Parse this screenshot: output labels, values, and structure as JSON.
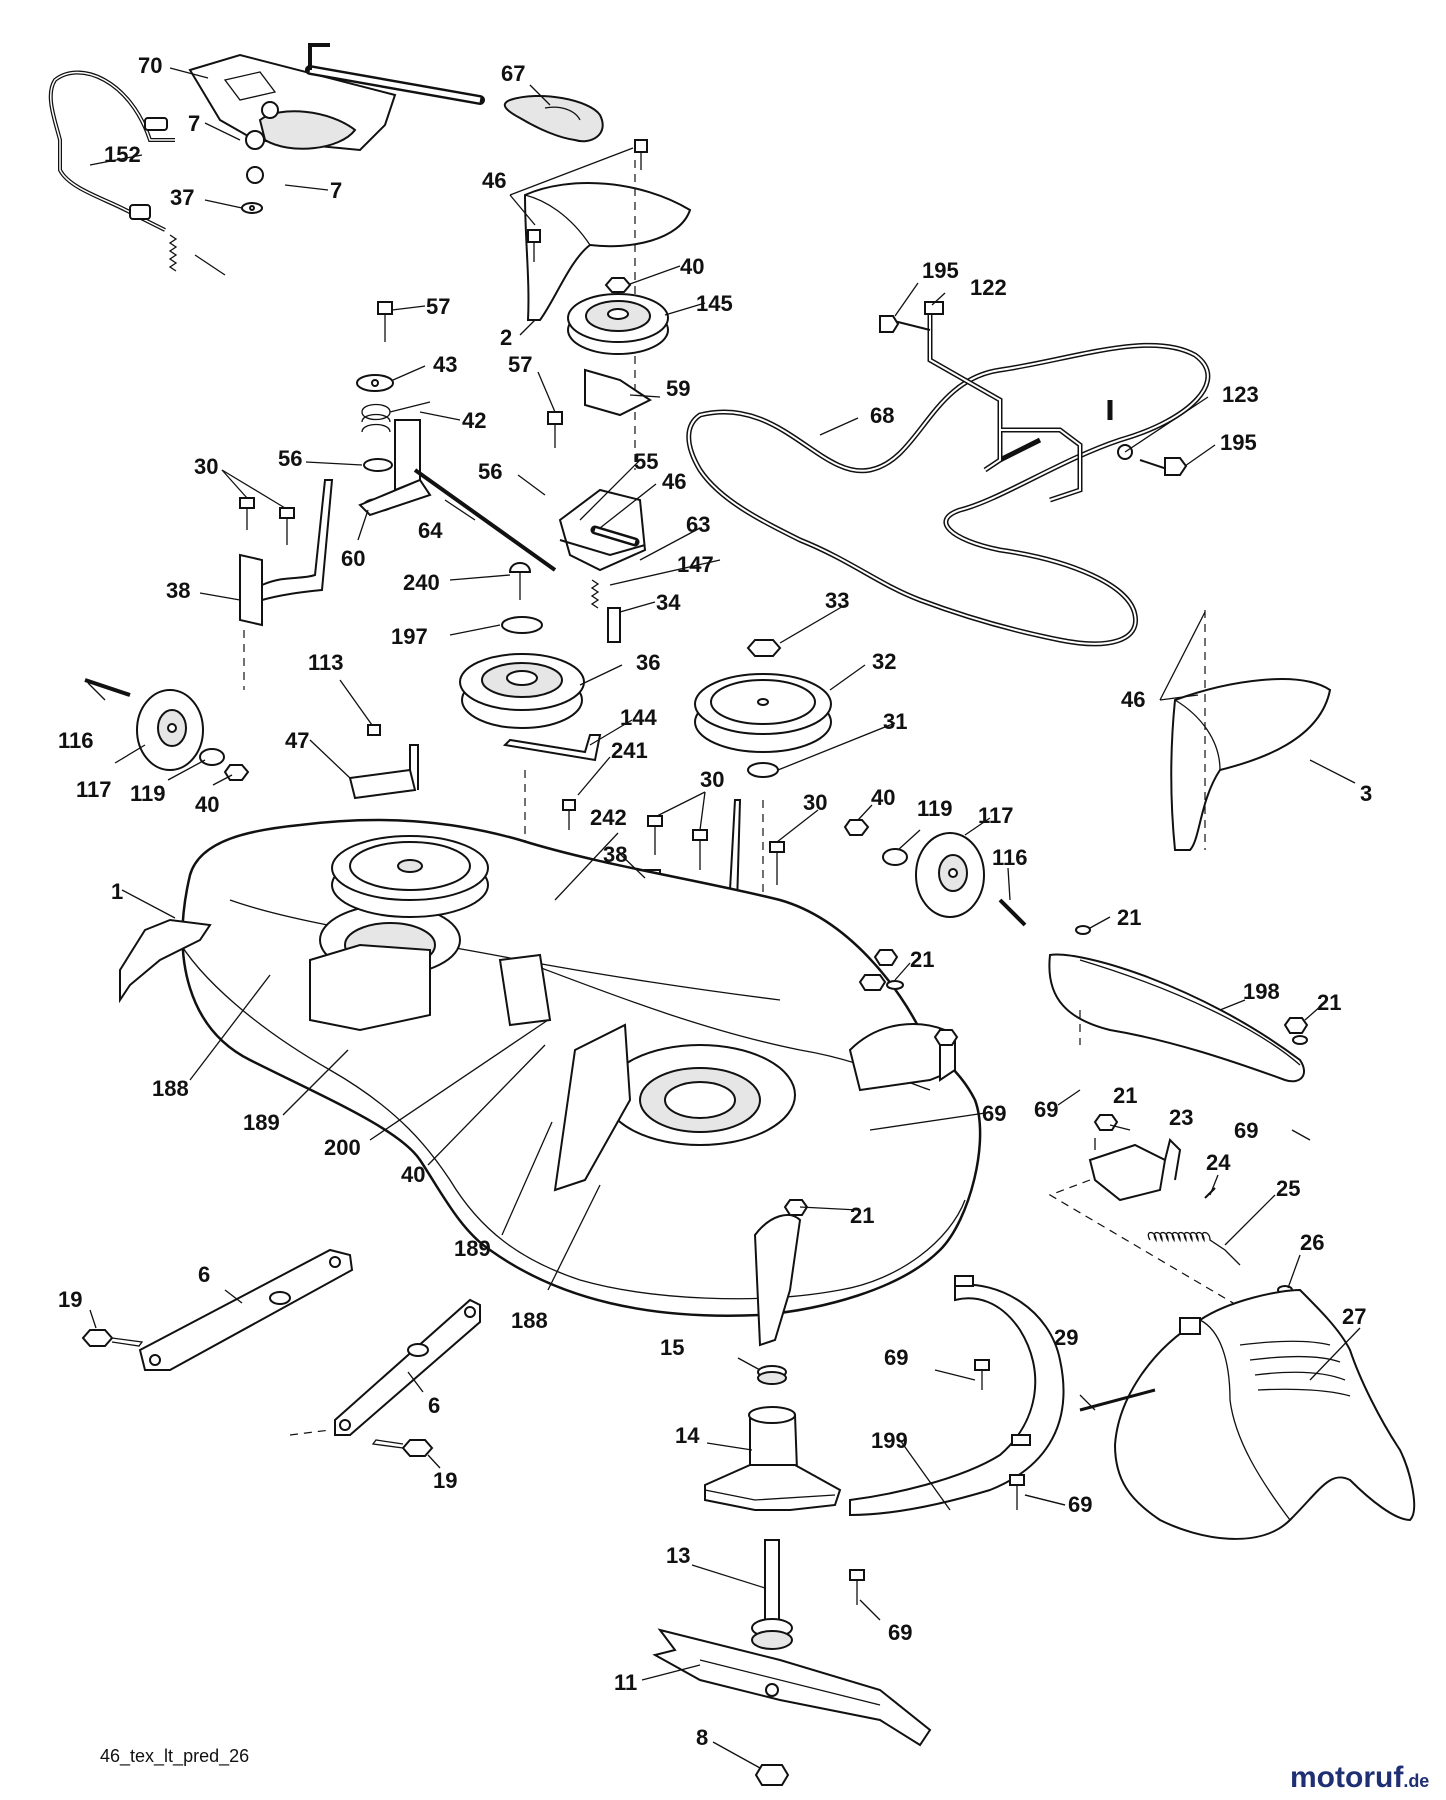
{
  "diagram": {
    "code": "46_tex_lt_pred_26",
    "brand": {
      "name": "motoruf",
      "suffix": ".de",
      "dot_color": "#e8731a",
      "text_color": "#1f2f73"
    },
    "callouts": [
      {
        "text": "70"
      },
      {
        "text": "67"
      },
      {
        "text": "7"
      },
      {
        "text": "152"
      },
      {
        "text": "7"
      },
      {
        "text": "37"
      },
      {
        "text": "46"
      },
      {
        "text": "40"
      },
      {
        "text": "145"
      },
      {
        "text": "2"
      },
      {
        "text": "57"
      },
      {
        "text": "43"
      },
      {
        "text": "42"
      },
      {
        "text": "57"
      },
      {
        "text": "59"
      },
      {
        "text": "195"
      },
      {
        "text": "122"
      },
      {
        "text": "68"
      },
      {
        "text": "123"
      },
      {
        "text": "195"
      },
      {
        "text": "30"
      },
      {
        "text": "56"
      },
      {
        "text": "56"
      },
      {
        "text": "55"
      },
      {
        "text": "46"
      },
      {
        "text": "64"
      },
      {
        "text": "60"
      },
      {
        "text": "63"
      },
      {
        "text": "147"
      },
      {
        "text": "240"
      },
      {
        "text": "38"
      },
      {
        "text": "34"
      },
      {
        "text": "197"
      },
      {
        "text": "33"
      },
      {
        "text": "36"
      },
      {
        "text": "32"
      },
      {
        "text": "113"
      },
      {
        "text": "144"
      },
      {
        "text": "31"
      },
      {
        "text": "46"
      },
      {
        "text": "116"
      },
      {
        "text": "47"
      },
      {
        "text": "241"
      },
      {
        "text": "117"
      },
      {
        "text": "119"
      },
      {
        "text": "40"
      },
      {
        "text": "30"
      },
      {
        "text": "3"
      },
      {
        "text": "40"
      },
      {
        "text": "30"
      },
      {
        "text": "119"
      },
      {
        "text": "117"
      },
      {
        "text": "242"
      },
      {
        "text": "38"
      },
      {
        "text": "116"
      },
      {
        "text": "1"
      },
      {
        "text": "21"
      },
      {
        "text": "21"
      },
      {
        "text": "198"
      },
      {
        "text": "21"
      },
      {
        "text": "188"
      },
      {
        "text": "189"
      },
      {
        "text": "69"
      },
      {
        "text": "69"
      },
      {
        "text": "21"
      },
      {
        "text": "23"
      },
      {
        "text": "69"
      },
      {
        "text": "200"
      },
      {
        "text": "24"
      },
      {
        "text": "40"
      },
      {
        "text": "25"
      },
      {
        "text": "21"
      },
      {
        "text": "189"
      },
      {
        "text": "26"
      },
      {
        "text": "27"
      },
      {
        "text": "6"
      },
      {
        "text": "19"
      },
      {
        "text": "188"
      },
      {
        "text": "15"
      },
      {
        "text": "29"
      },
      {
        "text": "69"
      },
      {
        "text": "6"
      },
      {
        "text": "14"
      },
      {
        "text": "199"
      },
      {
        "text": "19"
      },
      {
        "text": "69"
      },
      {
        "text": "13"
      },
      {
        "text": "69"
      },
      {
        "text": "11"
      },
      {
        "text": "8"
      }
    ]
  }
}
